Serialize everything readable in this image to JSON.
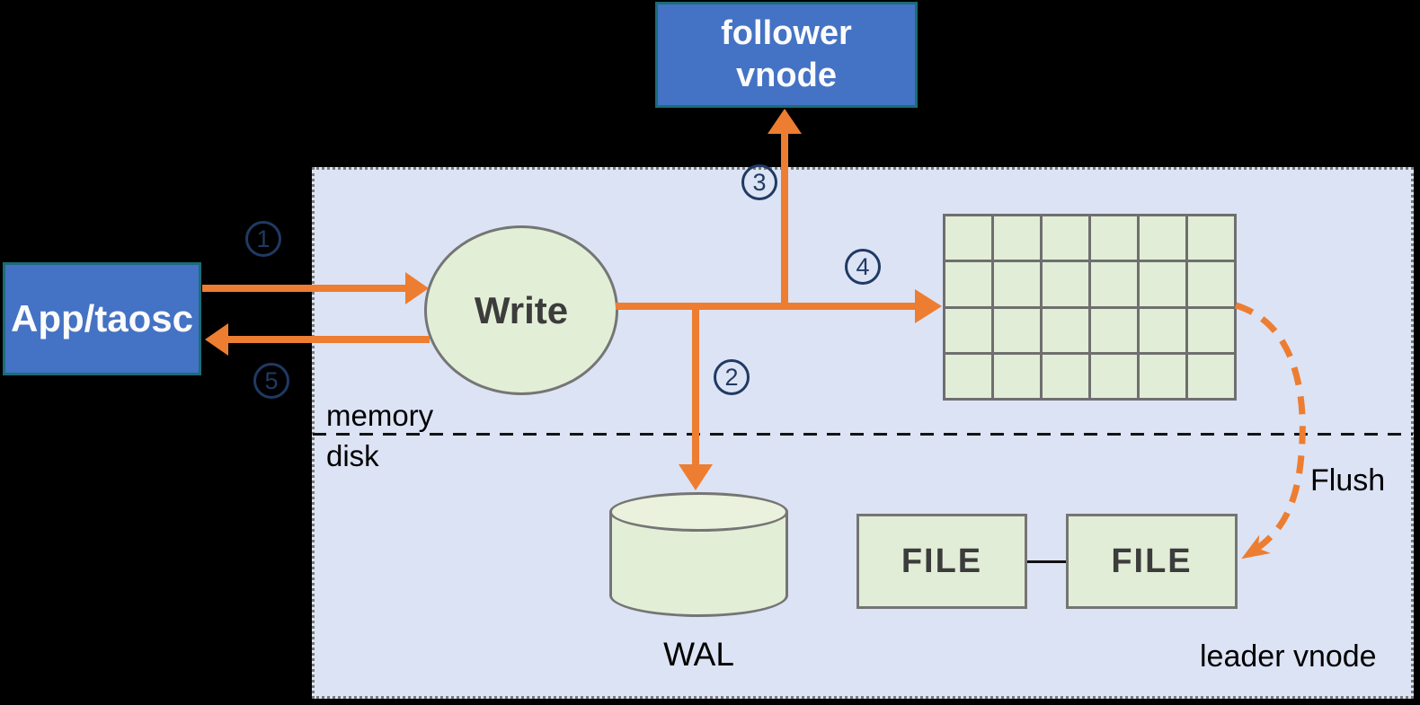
{
  "diagram": {
    "title_context": "leader vnode write flow",
    "colors": {
      "background": "#000000",
      "container_fill": "#DCE3F4",
      "container_border": "#7A7A7A",
      "node_blue_fill": "#4472C4",
      "node_blue_border": "#1B6C77",
      "shape_green_fill": "#E3EED7",
      "shape_border_gray": "#757575",
      "arrow_orange": "#ED7D31",
      "step_number_navy": "#1F3A63"
    }
  },
  "nodes": {
    "follower_vnode": {
      "line1": "follower",
      "line2": "vnode"
    },
    "app": {
      "label": "App/taosc"
    },
    "write": {
      "label": "Write"
    },
    "wal": {
      "label": "WAL"
    },
    "file_left": {
      "label": "FILE"
    },
    "file_right": {
      "label": "FILE"
    }
  },
  "labels": {
    "memory": "memory",
    "disk": "disk",
    "flush": "Flush",
    "leader_vnode": "leader vnode"
  },
  "steps": {
    "s1": "1",
    "s2": "2",
    "s3": "3",
    "s4": "4",
    "s5": "5"
  },
  "mem_table": {
    "rows": 4,
    "cols": 6
  }
}
